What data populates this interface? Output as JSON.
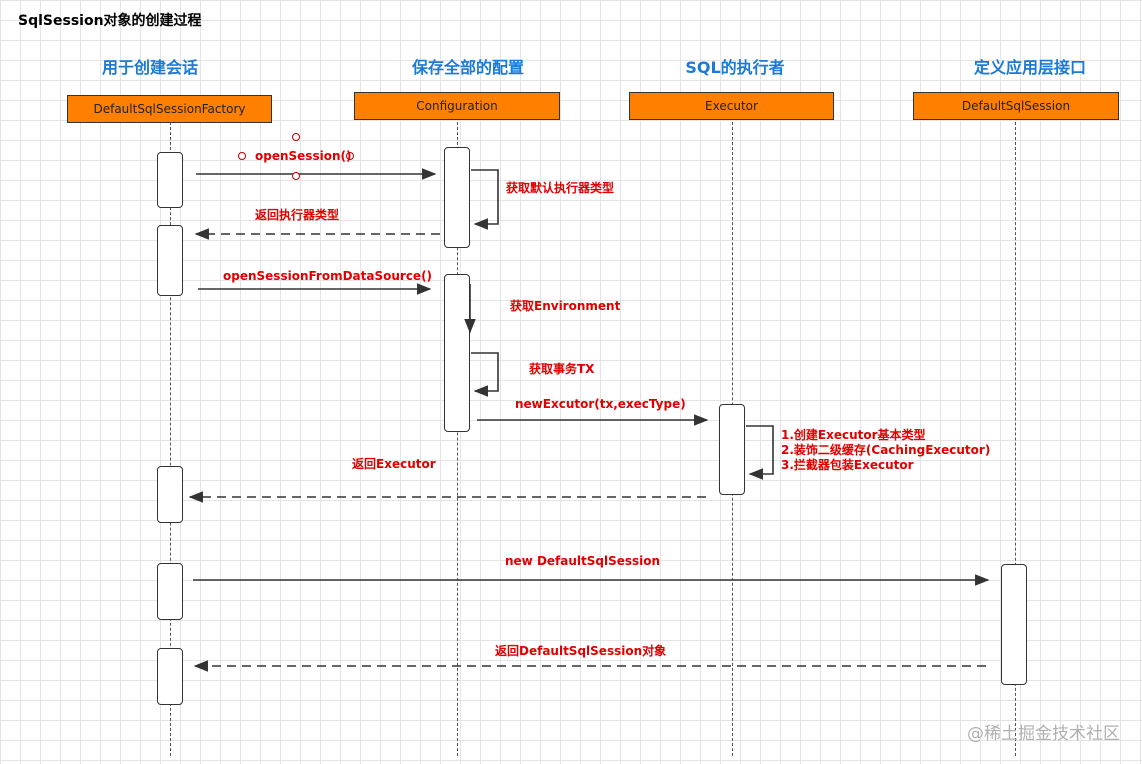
{
  "title": "SqlSession对象的创建过程",
  "columns": [
    {
      "label": "用于创建会话",
      "participant": "DefaultSqlSessionFactory"
    },
    {
      "label": "保存全部的配置",
      "participant": "Configuration"
    },
    {
      "label": "SQL的执行者",
      "participant": "Executor"
    },
    {
      "label": "定义应用层接口",
      "participant": "DefaultSqlSession"
    }
  ],
  "messages": {
    "open_session": "openSession()",
    "get_default_executor_type": "获取默认执行器类型",
    "return_executor_type": "返回执行器类型",
    "open_session_from_datasource": "openSessionFromDataSource()",
    "get_environment": "获取Environment",
    "get_transaction": "获取事务TX",
    "new_executor": "newExcutor(tx,execType)",
    "executor_steps": [
      "1.创建Executor基本类型",
      "2.装饰二级缓存(CachingExecutor)",
      "3.拦截器包装Executor"
    ],
    "return_executor": "返回Executor",
    "new_default_sql_session": "new DefaultSqlSession",
    "return_default_sql_session": "返回DefaultSqlSession对象"
  },
  "watermark": "@稀土掘金技术社区",
  "colors": {
    "participant_fill": "#ff8000",
    "column_label": "#1a7ad6",
    "message_text": "#e00000"
  }
}
